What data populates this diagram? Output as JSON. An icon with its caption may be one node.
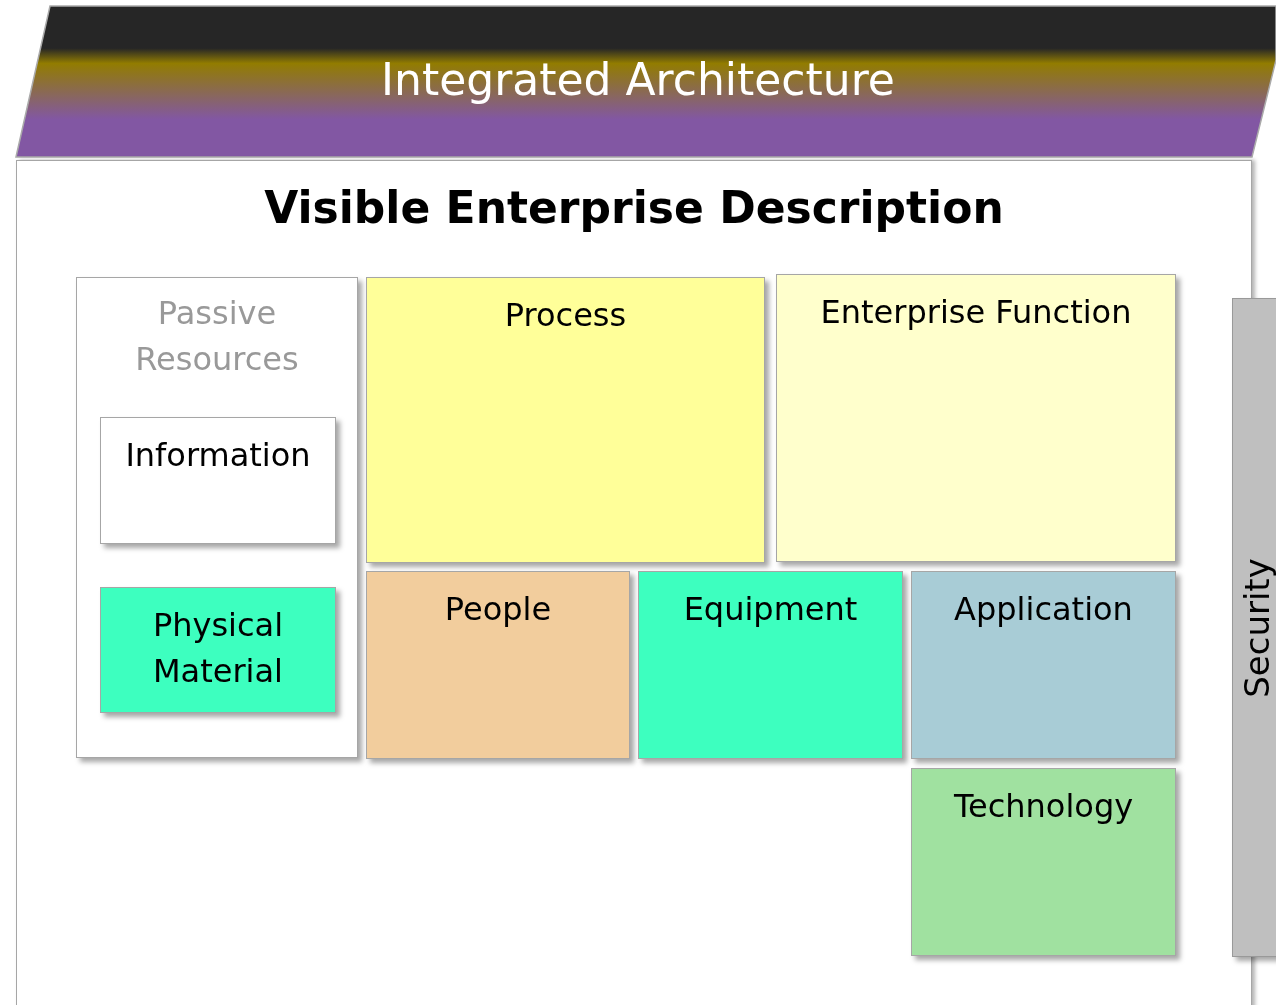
{
  "diagram": {
    "nodes": [
      {
        "text": [
          "Integrated Architecture"
        ]
      },
      {
        "text": [
          "Visible Enterprise Description"
        ]
      },
      {
        "text": [
          "Passive Resources"
        ],
        "in": 1
      },
      {
        "text": [
          "Information"
        ],
        "in": 2
      },
      {
        "text": [
          "Physical Material"
        ],
        "in": 2
      },
      {
        "text": [
          "Process"
        ],
        "in": 1
      },
      {
        "text": [
          "Enterprise Function"
        ],
        "in": 1
      },
      {
        "text": [
          "People"
        ],
        "in": 1
      },
      {
        "text": [
          "Equipment"
        ],
        "in": 1
      },
      {
        "text": [
          "Application"
        ],
        "in": 1
      },
      {
        "text": [
          "Technology"
        ],
        "in": 1
      },
      {
        "text": [
          "Security"
        ]
      }
    ],
    "edges": []
  }
}
